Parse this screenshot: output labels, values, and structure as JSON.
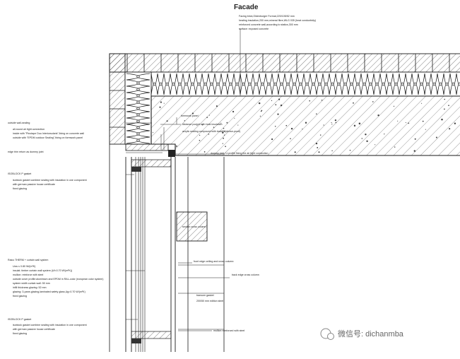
{
  "title": "Facade",
  "facade_notes": [
    "Facing brick,Oldenburger Format,220/105/52 mm",
    "heating insulation,200 mm,mineral fibre,WLG 035 (heat conductivity)",
    "reinforced concrete wall,according to statics,300 mm",
    "surface: exposed concrete"
  ],
  "left_notes": {
    "wall_sealing": {
      "heading": "outside wall-sealing",
      "items": [
        "all-round air tight connection",
        "inside with \"Pinotape Duo Interiorsolaris\",fixing on concrete wall",
        "outside with \"EPDM outdoor Sealing\",fixing on formwork panel"
      ]
    },
    "edge_trim": "edge trim return as dummy joint",
    "isoblock_top": {
      "heading": "ISOBLOCK P gasket",
      "items": [
        "isoblock gasket combine sealing with insulation in one component",
        "with german passive house certificate",
        "fixed glazing"
      ]
    },
    "raico": {
      "heading": "Raico THERM + curtain wall system",
      "items": [
        "Ucw ≤ 0.80 W/(m²K)",
        "insulat. timber curtain wall system (Uf=0.70 W/(m²K))",
        "mullion: reinforce with steel",
        "outside cover profile:aluminium and EPDM in RAL-color (european color system)",
        "system width curtain wall: 50 mm",
        "infill thickness glazing: 52 mm",
        "glazing: 3-pane-glazing,laminated safety glass,Ug=0.70 W/(m²K)",
        "fixed glazing"
      ]
    },
    "isoblock_bottom": {
      "heading": "ISOBLOCK P gasket",
      "items": [
        "isoblock gasket combine sealing with insulation in one component",
        "with german passive house certificate",
        "fixed glazing"
      ]
    }
  },
  "right_notes": {
    "formwork_panel": "formwork panel",
    "distance_pocket": "distance pocket with heat insulation",
    "acrylic_sealing": "acrylic sealing compound with backfill (dense-proof)",
    "dummy_joint": "dummy joint, U-profile fixing the air tight connection",
    "section_column": "section cross column",
    "front_edge": "front edge ceiling and cross column",
    "back_edge": "back edge cross column",
    "transom_gasket": "transom gasket",
    "steel_section": "200/50 mm edition steel",
    "mullion_steel": "mullion reinforced with steel"
  },
  "watermark": "微信号: dichanmba",
  "colors": {
    "line": "#1a1a1a",
    "hatch": "#555555",
    "paper": "#ffffff"
  }
}
